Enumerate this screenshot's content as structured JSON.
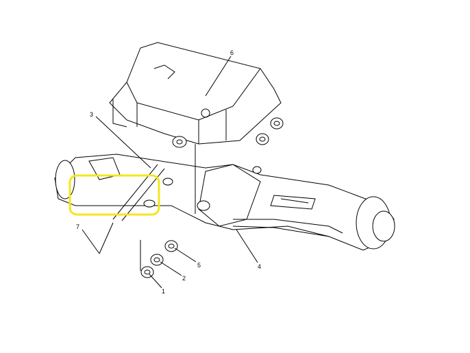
{
  "diagram": {
    "callouts": [
      {
        "id": "1",
        "text": "1"
      },
      {
        "id": "2",
        "text": "2"
      },
      {
        "id": "3",
        "text": "3"
      },
      {
        "id": "4",
        "text": "4"
      },
      {
        "id": "5",
        "text": "5"
      },
      {
        "id": "6",
        "text": "6"
      },
      {
        "id": "7",
        "text": "7"
      }
    ],
    "highlight_color": "#f5e51b",
    "line_color": "#000000"
  }
}
